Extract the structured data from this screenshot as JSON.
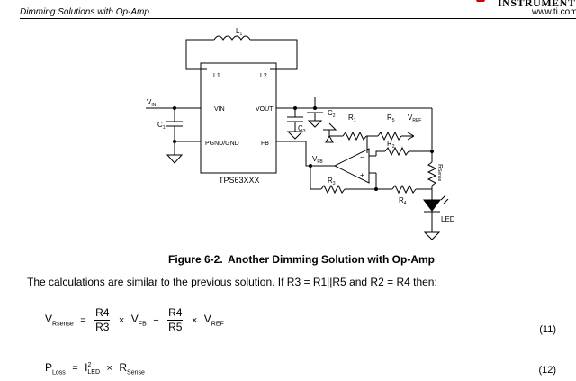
{
  "header": {
    "left": "Dimming Solutions with Op-Amp",
    "brand": "INSTRUMENTS",
    "url": "www.ti.com"
  },
  "circuit": {
    "ic_name": "TPS63XXX",
    "pins": {
      "l1": "L1",
      "l2": "L2",
      "vin": "VIN",
      "vout": "VOUT",
      "pgnd": "PGND/GND",
      "fb": "FB"
    },
    "labels": {
      "inductor": "L",
      "inductor_sub": "1",
      "vin": "V",
      "vin_sub": "IN",
      "c1": "C",
      "c1_sub": "1",
      "c2": "C",
      "c2_sub": "2",
      "c3": "C",
      "c3_sub": "3",
      "r1": "R",
      "r1_sub": "1",
      "r2": "R",
      "r2_sub": "2",
      "r3": "R",
      "r3_sub": "3",
      "r4": "R",
      "r4_sub": "4",
      "r5": "R",
      "r5_sub": "5",
      "vref": "V",
      "vref_sub": "REF",
      "vfb": "V",
      "vfb_sub": "FB",
      "rsense": "R",
      "rsense_sub": "Sense",
      "led": "LED",
      "opamp_minus": "−",
      "opamp_plus": "+"
    }
  },
  "caption": {
    "label": "Figure 6-2.",
    "text": "Another Dimming Solution with Op-Amp"
  },
  "paragraph": "The calculations are similar to the previous solution. If R3 = R1||R5 and R2 = R4 then:",
  "equations": {
    "eq11": {
      "lhs": "V",
      "lhs_sub": "Rsense",
      "eq": "=",
      "f1_num": "R4",
      "f1_den": "R3",
      "times1": "×",
      "v1": "V",
      "v1_sub": "FB",
      "minus": "−",
      "f2_num": "R4",
      "f2_den": "R5",
      "times2": "×",
      "v2": "V",
      "v2_sub": "REF",
      "number": "(11)"
    },
    "eq12": {
      "lhs": "P",
      "lhs_sub": "Loss",
      "eq": "=",
      "i": "I",
      "i_sup": "2",
      "i_sub": "LED",
      "times": "×",
      "r": "R",
      "r_sub": "Sense",
      "number": "(12)"
    }
  }
}
